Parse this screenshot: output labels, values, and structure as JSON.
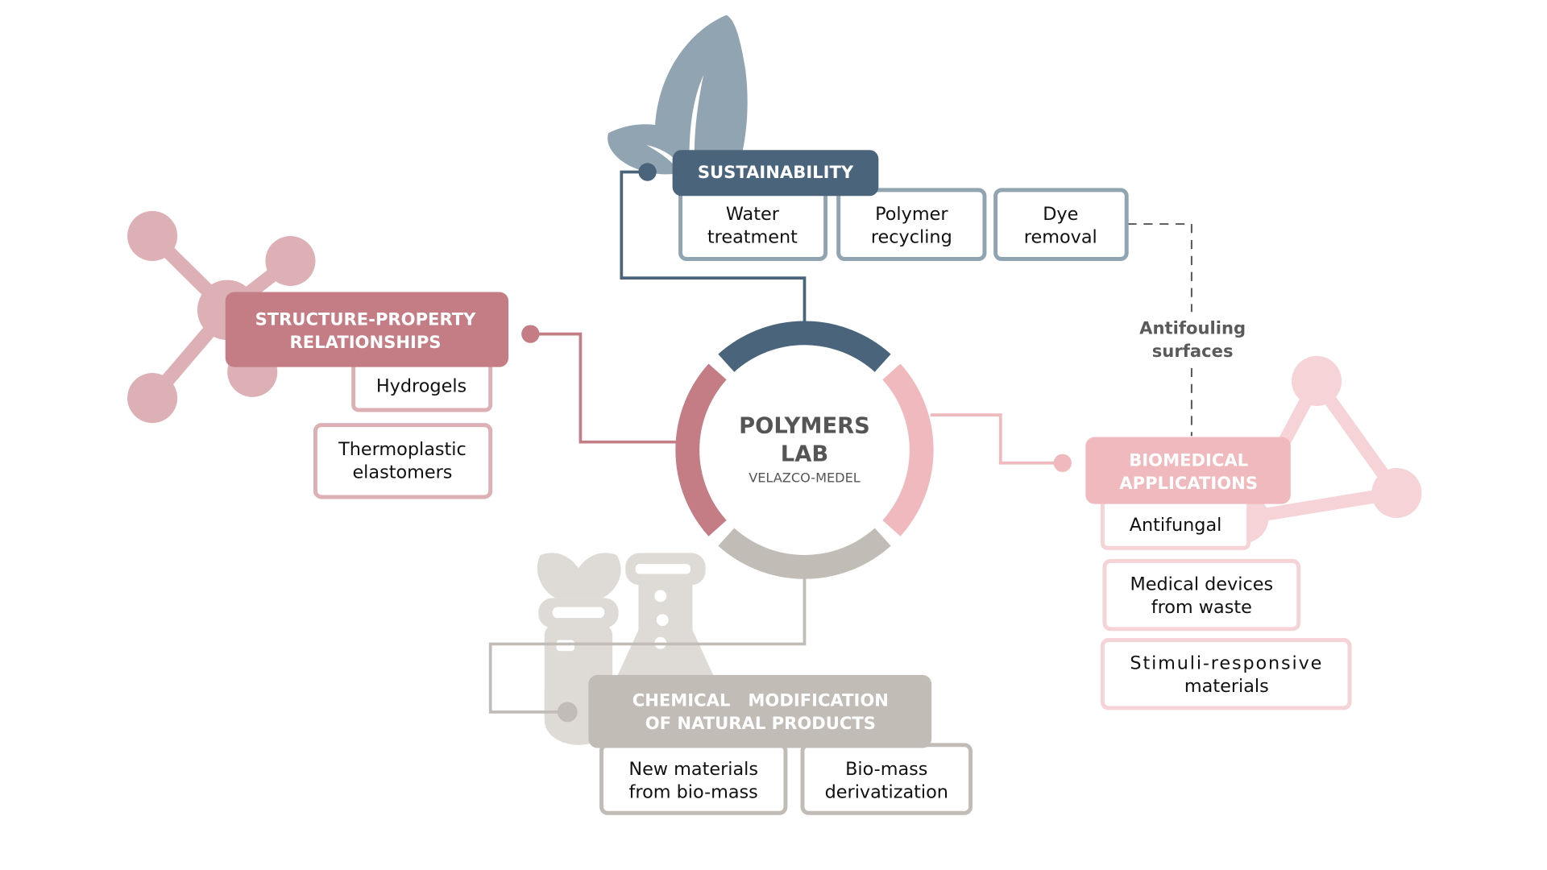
{
  "center": {
    "title_line1": "POLYMERS",
    "title_line2": "LAB",
    "subtitle": "VELAZCO-MEDEL"
  },
  "colors": {
    "sustainability": "#4a657b",
    "sustainability_light": "#91a4b1",
    "structure": "#c47c85",
    "structure_light": "#ddb0b6",
    "biomedical": "#f0b9be",
    "biomedical_light": "#f6d3d6",
    "chemical": "#c2bcb6",
    "chemical_light": "#dedad6",
    "note": "#5a5a5a"
  },
  "branches": {
    "sustainability": {
      "title_line1": "SUSTAINABILITY",
      "icon": "leaf-icon",
      "items": [
        {
          "line1": "Water",
          "line2": "treatment"
        },
        {
          "line1": "Polymer",
          "line2": "recycling"
        },
        {
          "line1": "Dye",
          "line2": "removal"
        }
      ]
    },
    "structure": {
      "title_line1": "STRUCTURE-PROPERTY",
      "title_line2": "RELATIONSHIPS",
      "icon": "molecule-icon",
      "items": [
        {
          "line1": "Hydrogels"
        },
        {
          "line1": "Thermoplastic",
          "line2": "elastomers"
        }
      ]
    },
    "biomedical": {
      "title_line1": "BIOMEDICAL",
      "title_line2": "APPLICATIONS",
      "icon": "molecule-triangle-icon",
      "items": [
        {
          "line1": "Antifungal"
        },
        {
          "line1": "Medical devices",
          "line2": "from waste"
        },
        {
          "line1": "Stimuli-responsive",
          "line2": "materials"
        }
      ]
    },
    "chemical": {
      "title_line1": "CHEMICAL   MODIFICATION",
      "title_line2": "OF NATURAL PRODUCTS",
      "icon": "lab-flask-icon",
      "items": [
        {
          "line1": "New materials",
          "line2": "from bio-mass"
        },
        {
          "line1": "Bio-mass",
          "line2": "derivatization"
        }
      ]
    }
  },
  "connector_note": {
    "line1": "Antifouling",
    "line2": "surfaces"
  }
}
